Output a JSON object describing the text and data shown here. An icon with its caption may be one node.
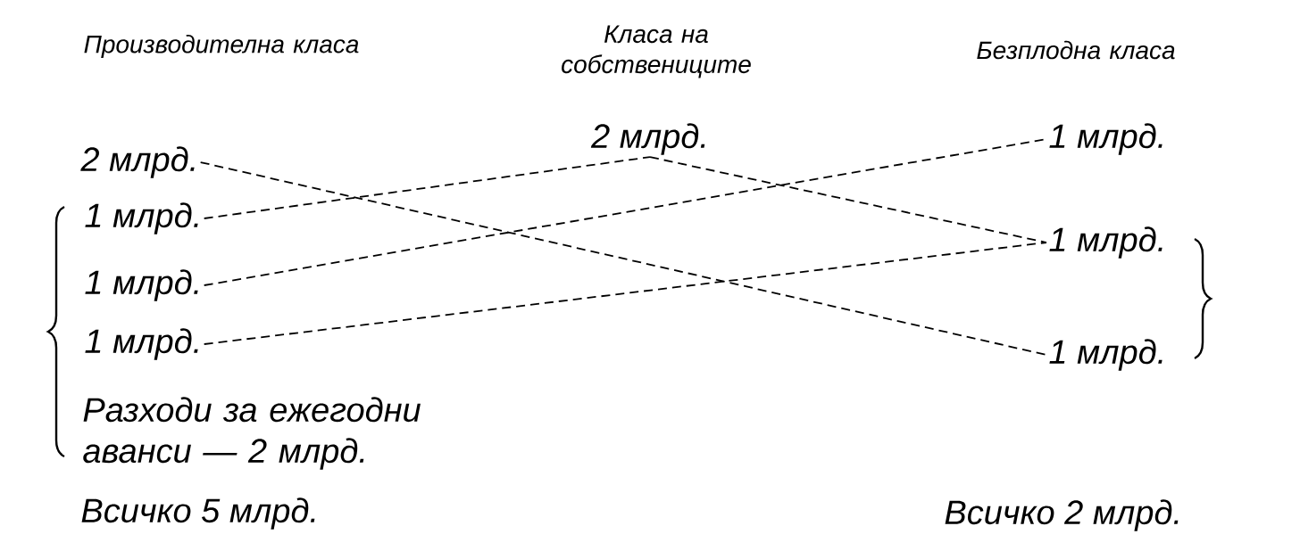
{
  "diagram": {
    "nodes": [
      {
        "text": [
          "2 млрд."
        ]
      },
      {
        "text": [
          "1 млрд."
        ]
      },
      {
        "text": [
          "1 млрд."
        ]
      },
      {
        "text": [
          "1 млрд."
        ]
      },
      {
        "text": [
          "2 млрд."
        ]
      },
      {
        "text": [
          "1 млрд."
        ]
      },
      {
        "text": [
          "1 млрд."
        ]
      },
      {
        "text": [
          "1 млрд."
        ]
      }
    ],
    "edges": [
      {
        "from": 0,
        "to": 7,
        "arrow": "none",
        "style": "dashed"
      },
      {
        "from": 1,
        "to": 4,
        "arrow": "none",
        "style": "dashed"
      },
      {
        "from": 4,
        "to": 6,
        "arrow": "none",
        "style": "dashed"
      },
      {
        "from": 2,
        "to": 5,
        "arrow": "none",
        "style": "dashed"
      },
      {
        "from": 3,
        "to": 6,
        "arrow": "none",
        "style": "dashed"
      }
    ],
    "labels": [
      "Производителна класа",
      "Класа на собствениците",
      "Безплодна класа",
      "Разходи за ежегодни аванси — 2 млрд.",
      "Всичко 5 млрд.",
      "Всичко 2 млрд."
    ]
  }
}
